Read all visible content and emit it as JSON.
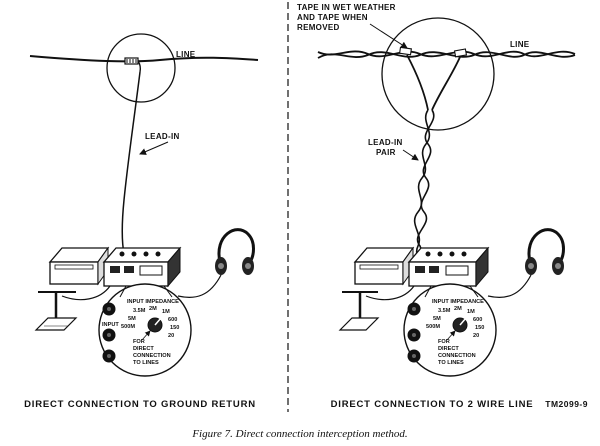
{
  "left_panel": {
    "line_label": "LINE",
    "lead_in_label": "LEAD-IN",
    "caption": "DIRECT CONNECTION TO GROUND RETURN",
    "dial": {
      "title": "INPUT IMPEDANCE",
      "values": [
        "3.5M",
        "2M",
        "1M",
        "5M",
        "600",
        "500M",
        "150",
        "20"
      ],
      "input_label": "INPUT",
      "note_lines": [
        "FOR",
        "DIRECT",
        "CONNECTION",
        "TO LINES"
      ]
    }
  },
  "right_panel": {
    "tape_note_lines": [
      "TAPE IN WET WEATHER",
      "AND TAPE WHEN",
      "REMOVED"
    ],
    "line_label": "LINE",
    "lead_in_label_lines": [
      "LEAD-IN",
      "PAIR"
    ],
    "caption": "DIRECT CONNECTION TO 2 WIRE LINE",
    "dial": {
      "title": "INPUT IMPEDANCE",
      "values": [
        "3.5M",
        "2M",
        "1M",
        "5M",
        "600",
        "500M",
        "150",
        "20"
      ],
      "note_lines": [
        "FOR",
        "DIRECT",
        "CONNECTION",
        "TO LINES"
      ]
    }
  },
  "figure_code": "TM2099-9",
  "figure_caption": "Figure 7.   Direct connection interception method."
}
